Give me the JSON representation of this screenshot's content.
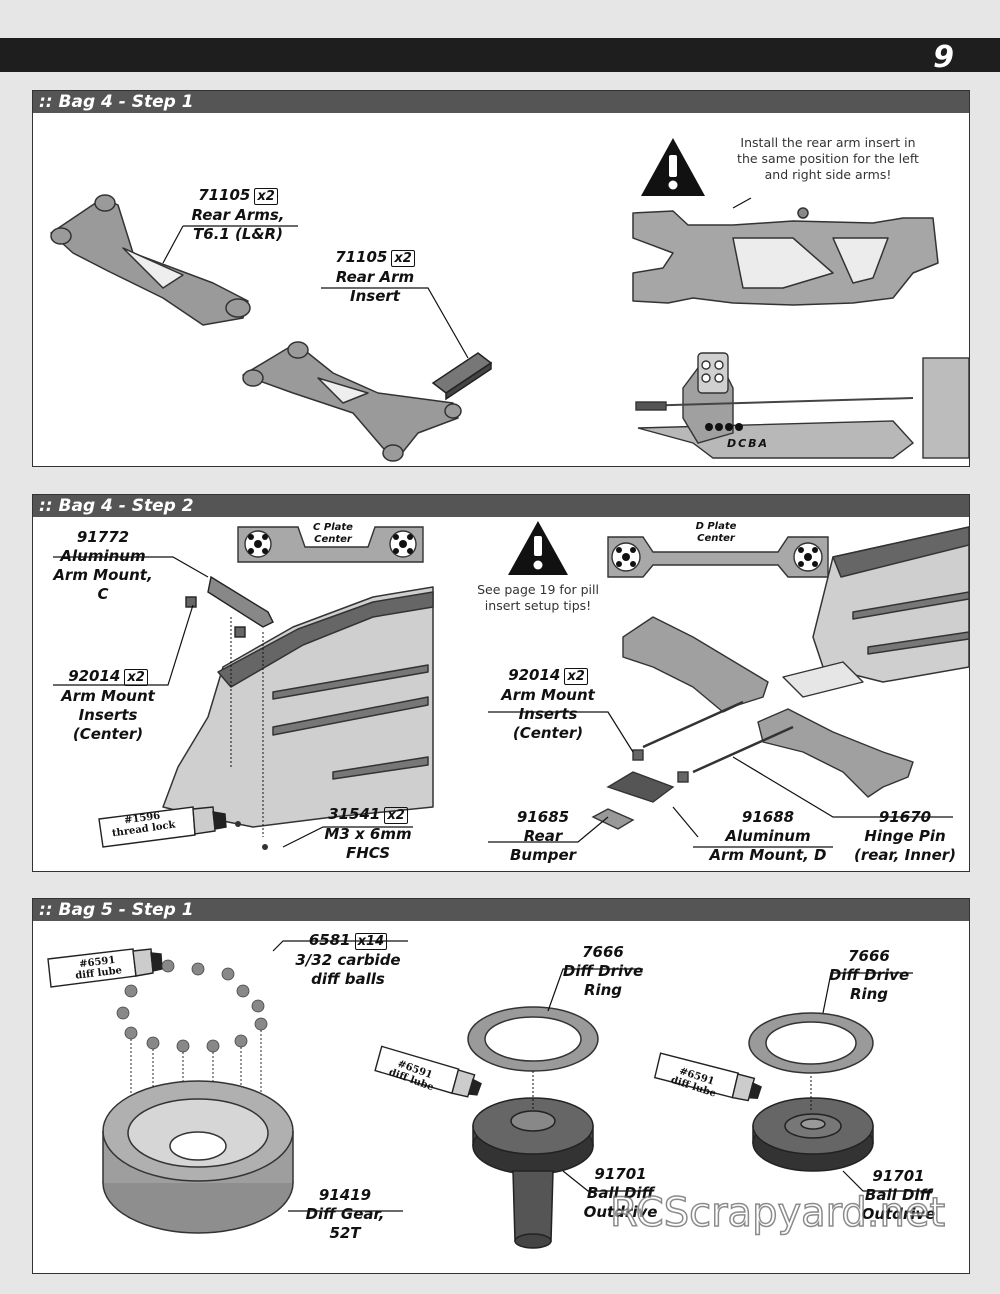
{
  "page": {
    "number": "9"
  },
  "steps": [
    {
      "title": ":: Bag 4 - Step 1",
      "labels": {
        "rear_arms": {
          "part": "71105",
          "qty": "x2",
          "name_line1": "Rear Arms,",
          "name_line2": "T6.1 (L&R)"
        },
        "rear_arm_insert": {
          "part": "71105",
          "qty": "x2",
          "name_line1": "Rear Arm",
          "name_line2": "Insert"
        }
      },
      "note": {
        "line1": "Install the rear arm insert in",
        "line2": "the same position for the left",
        "line3": "and right side arms!"
      },
      "position_letters": "DCBA"
    },
    {
      "title": ":: Bag 4 - Step 2",
      "plates": {
        "c_line1": "C Plate",
        "c_line2": "Center",
        "d_line1": "D Plate",
        "d_line2": "Center"
      },
      "note": {
        "line1": "See page 19 for pill",
        "line2": "insert setup tips!"
      },
      "tube": {
        "line1": "#1596",
        "line2": "thread lock"
      },
      "labels": {
        "arm_mount_c": {
          "part": "91772",
          "line1": "Aluminum",
          "line2": "Arm Mount,",
          "line3": "C"
        },
        "arm_mount_inserts_left": {
          "part": "92014",
          "qty": "x2",
          "line1": "Arm Mount",
          "line2": "Inserts",
          "line3": "(Center)"
        },
        "screws": {
          "part": "31541",
          "qty": "x2",
          "line1": "M3 x 6mm",
          "line2": "FHCS"
        },
        "arm_mount_inserts_right": {
          "part": "92014",
          "qty": "x2",
          "line1": "Arm Mount",
          "line2": "Inserts",
          "line3": "(Center)"
        },
        "rear_bumper": {
          "part": "91685",
          "line1": "Rear",
          "line2": "Bumper"
        },
        "arm_mount_d": {
          "part": "91688",
          "line1": "Aluminum",
          "line2": "Arm Mount, D"
        },
        "hinge_pin": {
          "part": "91670",
          "line1": "Hinge Pin",
          "line2": "(rear, Inner)"
        }
      }
    },
    {
      "title": ":: Bag 5 - Step 1",
      "tube": {
        "line1": "#6591",
        "line2": "diff lube"
      },
      "labels": {
        "diff_balls": {
          "part": "6581",
          "qty": "x14",
          "line1": "3/32 carbide",
          "line2": "diff balls"
        },
        "diff_gear": {
          "part": "91419",
          "line1": "Diff Gear,",
          "line2": "52T"
        },
        "drive_ring_a": {
          "part": "7666",
          "line1": "Diff Drive",
          "line2": "Ring"
        },
        "drive_ring_b": {
          "part": "7666",
          "line1": "Diff Drive",
          "line2": "Ring"
        },
        "outdrive_a": {
          "part": "91701",
          "line1": "Ball Diff",
          "line2": "Outdrive"
        },
        "outdrive_b": {
          "part": "91701",
          "line1": "Ball Diff",
          "line2": "Outdrive"
        }
      }
    }
  ],
  "watermark": "RCScrapyard.net"
}
